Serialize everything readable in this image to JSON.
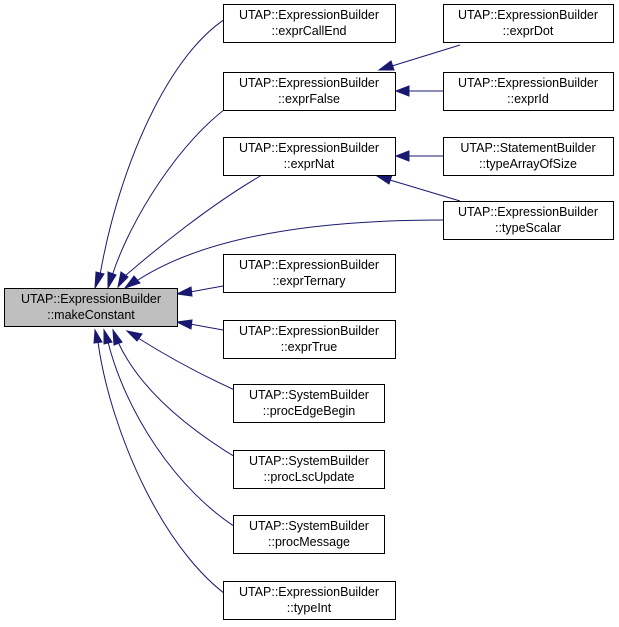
{
  "nodes": {
    "make_constant": {
      "line1": "UTAP::ExpressionBuilder",
      "line2": "::makeConstant"
    },
    "expr_call_end": {
      "line1": "UTAP::ExpressionBuilder",
      "line2": "::exprCallEnd"
    },
    "expr_false": {
      "line1": "UTAP::ExpressionBuilder",
      "line2": "::exprFalse"
    },
    "expr_nat": {
      "line1": "UTAP::ExpressionBuilder",
      "line2": "::exprNat"
    },
    "expr_ternary": {
      "line1": "UTAP::ExpressionBuilder",
      "line2": "::exprTernary"
    },
    "expr_true": {
      "line1": "UTAP::ExpressionBuilder",
      "line2": "::exprTrue"
    },
    "proc_edge_begin": {
      "line1": "UTAP::SystemBuilder",
      "line2": "::procEdgeBegin"
    },
    "proc_lsc_update": {
      "line1": "UTAP::SystemBuilder",
      "line2": "::procLscUpdate"
    },
    "proc_message": {
      "line1": "UTAP::SystemBuilder",
      "line2": "::procMessage"
    },
    "type_int": {
      "line1": "UTAP::ExpressionBuilder",
      "line2": "::typeInt"
    },
    "expr_dot": {
      "line1": "UTAP::ExpressionBuilder",
      "line2": "::exprDot"
    },
    "expr_id": {
      "line1": "UTAP::ExpressionBuilder",
      "line2": "::exprId"
    },
    "type_array_of_size": {
      "line1": "UTAP::StatementBuilder",
      "line2": "::typeArrayOfSize"
    },
    "type_scalar": {
      "line1": "UTAP::ExpressionBuilder",
      "line2": "::typeScalar"
    }
  },
  "colors": {
    "edge": "#191970",
    "root_fill": "#bfbfbf",
    "node_border": "#000000",
    "node_fill": "#ffffff"
  }
}
